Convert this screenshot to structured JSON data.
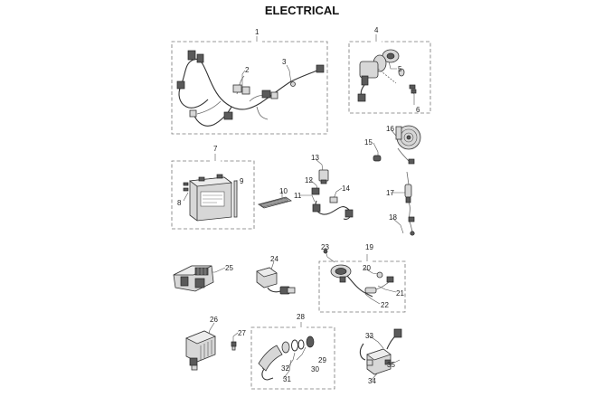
{
  "title": "ELECTRICAL",
  "callouts": [
    "1",
    "2",
    "3",
    "4",
    "5",
    "6",
    "7",
    "8",
    "9",
    "10",
    "11",
    "12",
    "13",
    "14",
    "15",
    "16",
    "17",
    "18",
    "19",
    "20",
    "21",
    "22",
    "23",
    "24",
    "25",
    "26",
    "27",
    "28",
    "29",
    "30",
    "31",
    "32",
    "33",
    "34",
    "35"
  ]
}
